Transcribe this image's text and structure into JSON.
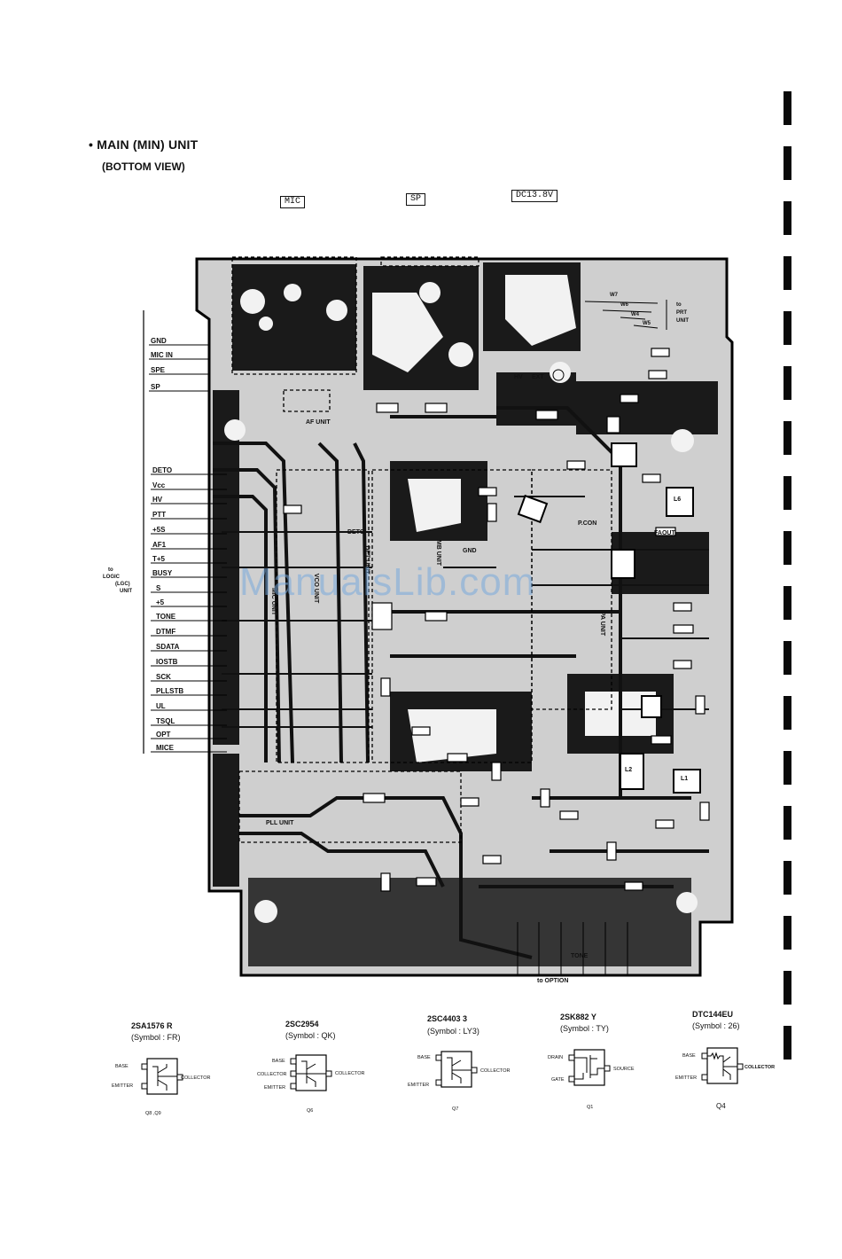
{
  "title": "MAIN (MIN) UNIT",
  "subtitle": "(BOTTOM VIEW)",
  "connectors": {
    "mic": "MIC",
    "sp": "SP",
    "dc": "DC13.8V"
  },
  "prt": {
    "wires": [
      "W7",
      "W6",
      "W4",
      "W5"
    ],
    "label_to": "to",
    "label_unit": "PRT",
    "label_unit2": "UNIT"
  },
  "logic": {
    "to": "to",
    "name": "LOGIC",
    "abbr": "(LGC)",
    "unit": "UNIT"
  },
  "pins_top": [
    "GND",
    "MIC IN",
    "SPE",
    "SP"
  ],
  "pins_main": [
    "DETO",
    "Vcc",
    "HV",
    "PTT",
    "+5S",
    "AF1",
    "T+5",
    "BUSY",
    "S",
    "+5",
    "TONE",
    "DTMF",
    "SDATA",
    "IOSTB",
    "SCK",
    "PLLSTB",
    "UL",
    "TSQL",
    "OPT",
    "MICE"
  ],
  "option": "to OPTION",
  "watermark": "ManualsLib.com",
  "board_labels": {
    "af_unit": "AF UNIT",
    "mic_unit": "MIC UNIT",
    "mb_unit": "MB UNIT",
    "det_unit": "DET UNIT",
    "vco_unit": "VCO UNIT",
    "pll_unit": "PLL UNIT",
    "pa_unit": "PA UNIT",
    "hv": "HV",
    "ext": "EXT",
    "gnd": "GND",
    "pcon": "P.CON",
    "deto": "DETO",
    "mice": "MICE",
    "faout": "FAOUT",
    "tone": "TONE",
    "l1": "L1",
    "l2": "L2",
    "l6": "L6"
  },
  "transistors": [
    {
      "name": "2SA1576  R",
      "symbol": "(Symbol : FR)",
      "pins": [
        "BASE",
        "EMITTER",
        "COLLECTOR"
      ],
      "ref": "Q8 ,Q9"
    },
    {
      "name": "2SC2954",
      "symbol": "(Symbol : QK)",
      "pins": [
        "BASE",
        "COLLECTOR",
        "EMITTER",
        "COLLECTOR"
      ],
      "ref": "Q6"
    },
    {
      "name": "2SC4403  3",
      "symbol": "(Symbol : LY3)",
      "pins": [
        "BASE",
        "EMITTER",
        "COLLECTOR"
      ],
      "ref": "Q7"
    },
    {
      "name": "2SK882  Y",
      "symbol": "(Symbol : TY)",
      "pins": [
        "DRAIN",
        "GATE",
        "SOURCE"
      ],
      "ref": "Q1"
    },
    {
      "name": "DTC144EU",
      "symbol": "(Symbol : 26)",
      "pins": [
        "BASE",
        "EMITTER",
        "COLLECTOR"
      ],
      "ref": "Q4"
    }
  ]
}
